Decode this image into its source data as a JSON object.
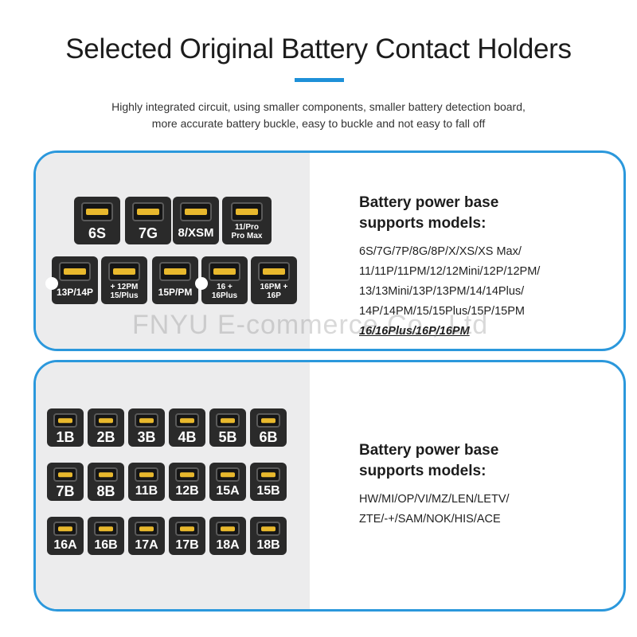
{
  "header": {
    "title": "Selected Original Battery Contact Holders",
    "subtitle_line1": "Highly integrated circuit, using smaller components, smaller battery detection board,",
    "subtitle_line2": "more accurate battery buckle, easy to buckle and not easy to fall off"
  },
  "panel_iphone": {
    "heading_line1": "Battery power base",
    "heading_line2": "supports models:",
    "models_line1": "6S/7G/7P/8G/8P/X/XS/XS Max/",
    "models_line2": "11/11P/11PM/12/12Mini/12P/12PM/",
    "models_line3": "13/13Mini/13P/13PM/14/14Plus/",
    "models_line4": "14P/14PM/15/15Plus/15P/15PM",
    "models_highlight": "16/16Plus/16P/16PM",
    "tiles": [
      "6S",
      "7G",
      "8/XSM",
      "11/Pro Pro Max",
      "13P/14P",
      "+ 12PM 15/Plus",
      "15P/PM",
      "16 + 16Plus",
      "16PM + 16P"
    ]
  },
  "panel_android": {
    "heading_line1": "Battery power base",
    "heading_line2": "supports models:",
    "models_line1": "HW/MI/OP/VI/MZ/LEN/LETV/",
    "models_line2": "ZTE/-+/SAM/NOK/HIS/ACE",
    "tiles": [
      "1B",
      "2B",
      "3B",
      "4B",
      "5B",
      "6B",
      "7B",
      "8B",
      "11B",
      "12B",
      "15A",
      "15B",
      "16A",
      "16B",
      "17A",
      "17B",
      "18A",
      "18B"
    ]
  },
  "watermark": "FNYU E-commerce Co., Ltd",
  "colors": {
    "accent": "#2b98dc",
    "tile": "#2a2a2a",
    "contact_gold": "#e8b82d",
    "left_bg": "#ececed"
  }
}
